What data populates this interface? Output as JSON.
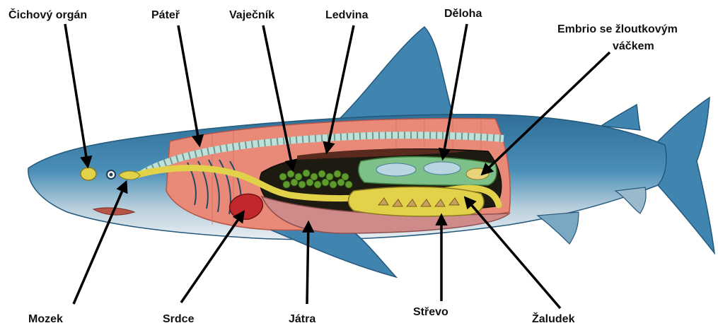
{
  "labels": {
    "olfactory": "Čichový orgán",
    "spine": "Páteř",
    "ovary": "Vaječník",
    "kidney": "Ledvina",
    "uterus": "Děloha",
    "embryo_line1": "Embrio se žloutkovým",
    "embryo_line2": "váčkem",
    "brain": "Mozek",
    "heart": "Srdce",
    "liver": "Játra",
    "intestine": "Střevo",
    "stomach": "Žaludek"
  },
  "colors": {
    "body_blue": "#4a8fb8",
    "body_dark": "#2f6e97",
    "belly": "#e8eef2",
    "muscle": "#e98a78",
    "cavity": "#1d1a12",
    "yellow_organ": "#e2d24a",
    "green_eggs": "#5e9a2c",
    "liver_pink": "#cf8a8a",
    "heart_red": "#c0282b",
    "spine_teal": "#bfe0d8",
    "arrow": "#000000"
  }
}
